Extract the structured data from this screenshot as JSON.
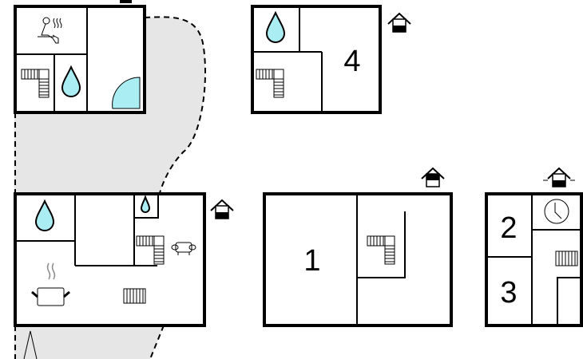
{
  "title": "Floor plan",
  "colors": {
    "water": "#aaeef3",
    "outdoor_area": "#e6e6e6",
    "wall": "#000000"
  },
  "rooms": {
    "bedroom_1": "1",
    "bedroom_2": "2",
    "bedroom_3": "3",
    "bedroom_4": "4"
  },
  "icons": [
    "sauna-icon",
    "stairs-icon",
    "water-drop-icon",
    "shower-icon",
    "house-level-icon",
    "kitchen-pot-icon",
    "radiator-icon",
    "sofa-icon",
    "clock-icon"
  ]
}
